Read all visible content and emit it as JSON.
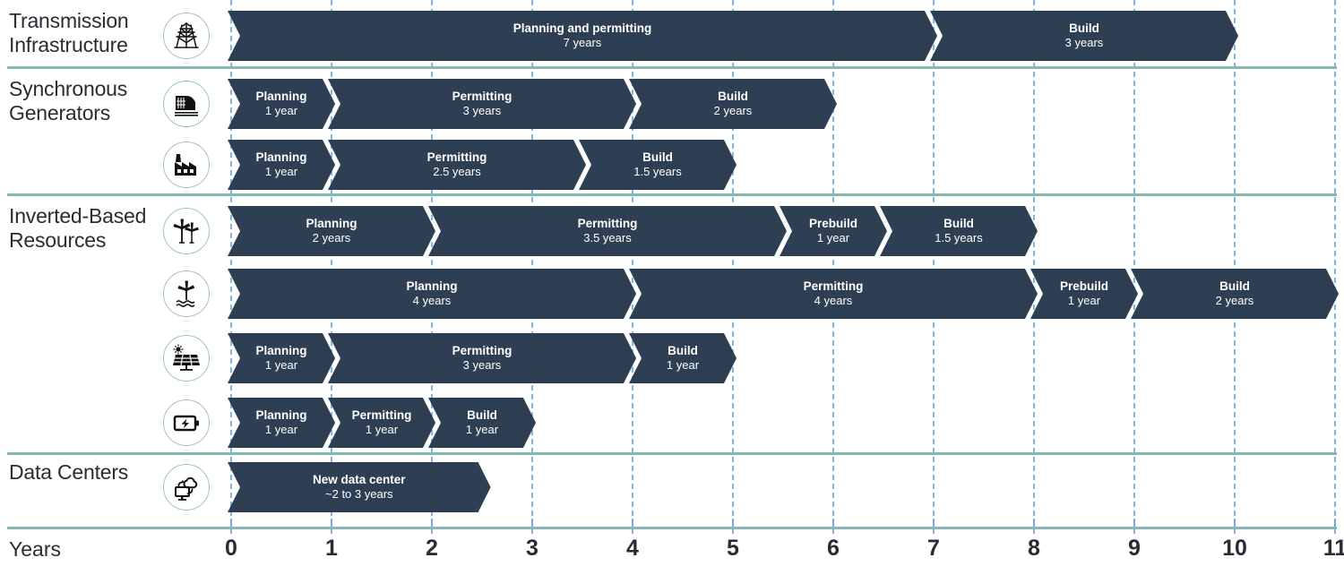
{
  "axis": {
    "title": "Years",
    "ticks": [
      0,
      1,
      2,
      3,
      4,
      5,
      6,
      7,
      8,
      9,
      10,
      11
    ],
    "min": 0,
    "max": 11
  },
  "colors": {
    "bar": "#2e3f54",
    "separator": "#84b8b3",
    "gridline": "#6fa8dc",
    "icon_ring": "#9ec6c2",
    "text": "#2b2b33",
    "bar_text": "#ffffff"
  },
  "chart_data": {
    "type": "bar",
    "title": "",
    "xlabel": "Years",
    "ylabel": "",
    "xlim": [
      0,
      11
    ],
    "grid": true,
    "legend": "none",
    "note": "Stacked horizontal Gantt-style timeline; each row is a resource type, each segment a project phase measured in years.",
    "groups": [
      {
        "label": "Transmission Infrastructure",
        "rows": [
          {
            "icon": "transmission-tower-icon",
            "start": 0,
            "total": 10,
            "segments": [
              {
                "label": "Planning and permitting",
                "value": "7 years",
                "years": 7
              },
              {
                "label": "Build",
                "value": "3 years",
                "years": 3
              }
            ]
          }
        ]
      },
      {
        "label": "Synchronous Generators",
        "rows": [
          {
            "icon": "hydro-dam-icon",
            "start": 0,
            "total": 6,
            "segments": [
              {
                "label": "Planning",
                "value": "1 year",
                "years": 1
              },
              {
                "label": "Permitting",
                "value": "3 years",
                "years": 3
              },
              {
                "label": "Build",
                "value": "2 years",
                "years": 2
              }
            ]
          },
          {
            "icon": "factory-icon",
            "start": 0,
            "total": 5,
            "segments": [
              {
                "label": "Planning",
                "value": "1 year",
                "years": 1
              },
              {
                "label": "Permitting",
                "value": "2.5 years",
                "years": 2.5
              },
              {
                "label": "Build",
                "value": "1.5 years",
                "years": 1.5
              }
            ]
          }
        ]
      },
      {
        "label": "Inverted-Based Resources",
        "rows": [
          {
            "icon": "onshore-wind-icon",
            "start": 0,
            "total": 8,
            "segments": [
              {
                "label": "Planning",
                "value": "2 years",
                "years": 2
              },
              {
                "label": "Permitting",
                "value": "3.5 years",
                "years": 3.5
              },
              {
                "label": "Prebuild",
                "value": "1 year",
                "years": 1
              },
              {
                "label": "Build",
                "value": "1.5 years",
                "years": 1.5
              }
            ]
          },
          {
            "icon": "offshore-wind-icon",
            "start": 0,
            "total": 11,
            "segments": [
              {
                "label": "Planning",
                "value": "4 years",
                "years": 4
              },
              {
                "label": "Permitting",
                "value": "4 years",
                "years": 4
              },
              {
                "label": "Prebuild",
                "value": "1 year",
                "years": 1
              },
              {
                "label": "Build",
                "value": "2 years",
                "years": 2
              }
            ]
          },
          {
            "icon": "solar-panel-icon",
            "start": 0,
            "total": 5,
            "segments": [
              {
                "label": "Planning",
                "value": "1 year",
                "years": 1
              },
              {
                "label": "Permitting",
                "value": "3 years",
                "years": 3
              },
              {
                "label": "Build",
                "value": "1 year",
                "years": 1
              }
            ]
          },
          {
            "icon": "battery-storage-icon",
            "start": 0,
            "total": 3,
            "segments": [
              {
                "label": "Planning",
                "value": "1 year",
                "years": 1
              },
              {
                "label": "Permitting",
                "value": "1 year",
                "years": 1
              },
              {
                "label": "Build",
                "value": "1 year",
                "years": 1
              }
            ]
          }
        ]
      },
      {
        "label": "Data Centers",
        "rows": [
          {
            "icon": "data-center-icon",
            "start": 0,
            "total": 2.55,
            "segments": [
              {
                "label": "New data center",
                "value": "~2 to 3 years",
                "years": 2.55
              }
            ]
          }
        ]
      }
    ]
  }
}
